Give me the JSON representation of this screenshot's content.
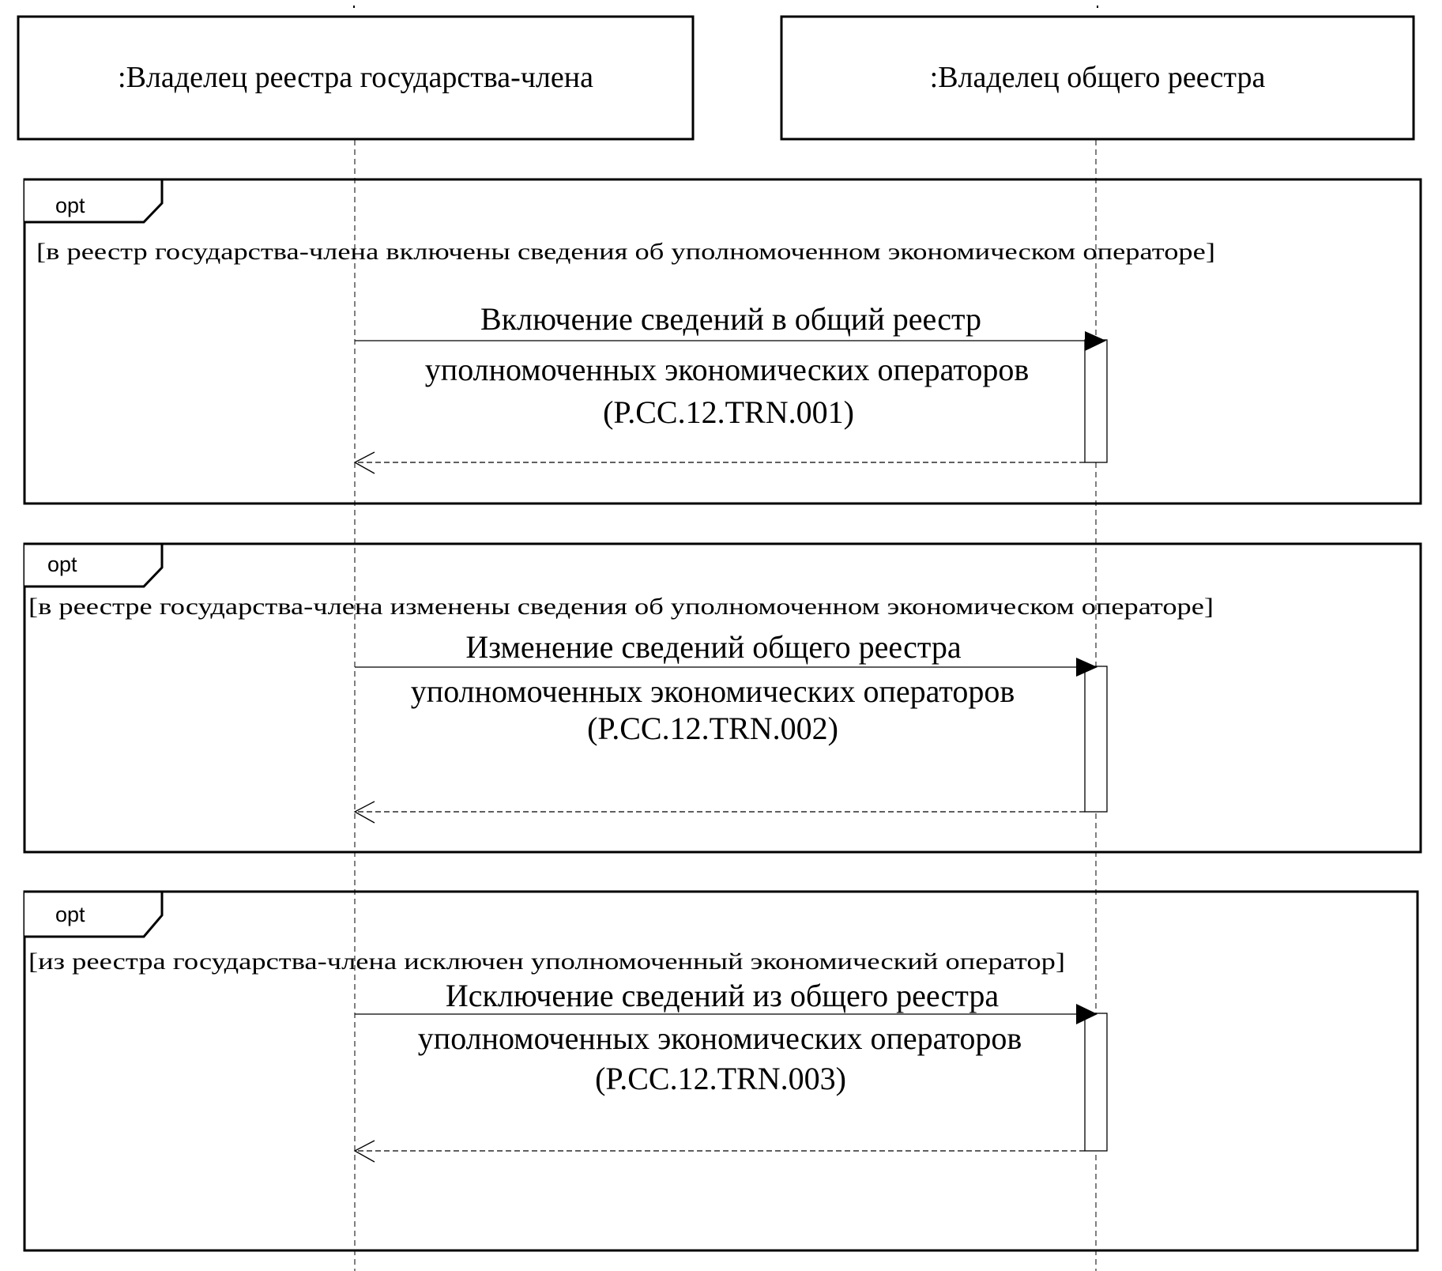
{
  "diagram": {
    "type": "sequence",
    "lifelines": [
      {
        "label": ":Владелец реестра государства-члена"
      },
      {
        "label": ":Владелец общего реестра"
      }
    ],
    "fragments": [
      {
        "operator": "opt",
        "guard": "[в реестр государства-члена включены сведения об уполномоченном экономическом операторе]",
        "message": {
          "from": 0,
          "to": 1,
          "kind": "synchronous",
          "lines": [
            "Включение сведений в общий реестр",
            "уполномоченных экономических операторов",
            "(P.CC.12.TRN.001)"
          ]
        },
        "reply": {
          "from": 1,
          "to": 0,
          "kind": "return"
        }
      },
      {
        "operator": "opt",
        "guard": "[в реестре государства-члена изменены сведения об уполномоченном экономическом операторе]",
        "message": {
          "from": 0,
          "to": 1,
          "kind": "synchronous",
          "lines": [
            "Изменение сведений общего реестра",
            "уполномоченных экономических операторов",
            "(P.CC.12.TRN.002)"
          ]
        },
        "reply": {
          "from": 1,
          "to": 0,
          "kind": "return"
        }
      },
      {
        "operator": "opt",
        "guard": "[из реестра государства-члена исключен уполномоченный экономический оператор]",
        "message": {
          "from": 0,
          "to": 1,
          "kind": "synchronous",
          "lines": [
            "Исключение сведений из общего реестра",
            "уполномоченных экономических операторов",
            "(P.CC.12.TRN.003)"
          ]
        },
        "reply": {
          "from": 1,
          "to": 0,
          "kind": "return"
        }
      }
    ]
  }
}
